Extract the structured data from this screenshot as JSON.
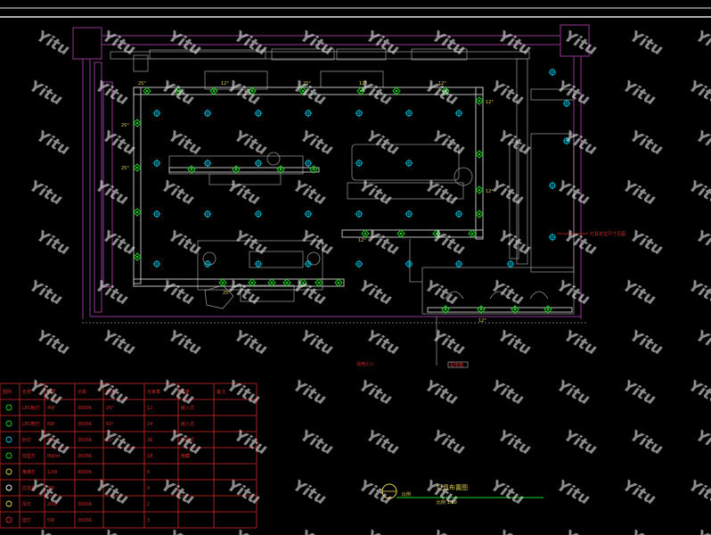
{
  "title_block": {
    "line1": "灯具布置图",
    "line2": "比例 1:50",
    "scale_note": "比例"
  },
  "notes": {
    "right_side_note": "灯具定位尺寸见图",
    "bottom_red_label": "强电引入",
    "small_tag": "配电箱"
  },
  "angle_labels": [
    "25°",
    "12°",
    "25°",
    "12°",
    "12°",
    "25°",
    "25°",
    "12°",
    "12°",
    "25°",
    "12°",
    "12°"
  ],
  "legend": {
    "headers": [
      "图例",
      "名称",
      "型号",
      "功率",
      "色温",
      "光束角",
      "数量",
      "备注"
    ],
    "rows": [
      [
        "LED射灯",
        "4W",
        "3000K",
        "25°",
        "12",
        "嵌入式"
      ],
      [
        "LED筒灯",
        "6W",
        "3000K",
        "60°",
        "24",
        "嵌入式"
      ],
      [
        "射灯",
        "4W",
        "3000K",
        "12°",
        "36",
        "轨道式"
      ],
      [
        "线型灯",
        "8W/m",
        "3000K",
        "",
        "18",
        "暗藏"
      ],
      [
        "格栅灯",
        "12W",
        "4000K",
        "",
        "6",
        ""
      ],
      [
        "应急灯",
        "3W",
        "",
        "",
        "4",
        ""
      ],
      [
        "吊灯",
        "20W",
        "3000K",
        "",
        "2",
        ""
      ],
      [
        "壁灯",
        "5W",
        "3000K",
        "",
        "3",
        ""
      ]
    ]
  },
  "watermark": "Yitu",
  "colors": {
    "wall": "#7a2f7a",
    "spot": "#19d31e",
    "downlight": "#00c8e8",
    "legend_red": "#d62a2a",
    "track": "#cfcfcf"
  }
}
